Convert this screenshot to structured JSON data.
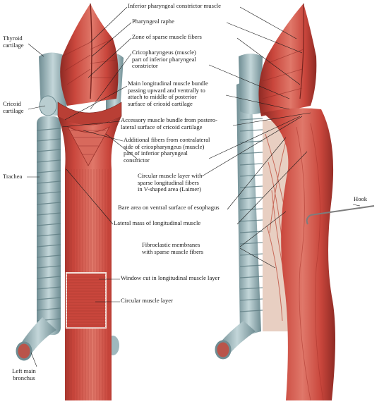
{
  "labels": {
    "inferior_pharyngeal_constrictor": "Inferior pharyngeal constrictor muscle",
    "pharyngeal_raphe": "Pharyngeal raphe",
    "zone_sparse": "Zone of sparse muscle fibers",
    "cricopharyngeus": "Cricopharyngeus (muscle)\npart of inferior pharyngeal\nconstrictor",
    "main_longitudinal": "Main longitudinal muscle bundle\npassing upward and ventrally to\nattach to middle of posterior\nsurface of cricoid cartilage",
    "accessory_bundle": "Accessory muscle bundle from postero-\nlateral surface of cricoid cartilage",
    "additional_fibers": "Additional fibers from contralateral\nside of cricopharyngeus (muscle)\npart of inferior pharyngeal\nconstrictor",
    "circular_v": "Circular muscle layer with\nsparse longitudinal fibers\nin V-shaped area (Laimer)",
    "bare_area": "Bare area on ventral surface of esophagus",
    "lateral_mass": "Lateral mass of longitudinal muscle",
    "fibroelastic": "Fibroelastic membranes\nwith sparse muscle fibers",
    "window_cut": "Window cut in longitudinal muscle layer",
    "circular_layer": "Circular muscle layer",
    "thyroid_cartilage": "Thyroid\ncartilage",
    "cricoid_cartilage": "Cricoid\ncartilage",
    "trachea": "Trachea",
    "hook": "Hook",
    "left_main_bronchus": "Left main\nbronchus"
  },
  "colors": {
    "muscle": "#c9463c",
    "muscle_light": "#e0786a",
    "muscle_dark": "#8e2a24",
    "cartilage": "#9fb8bd",
    "cartilage_dark": "#6f8d93",
    "membrane": "#e8cfc2"
  }
}
